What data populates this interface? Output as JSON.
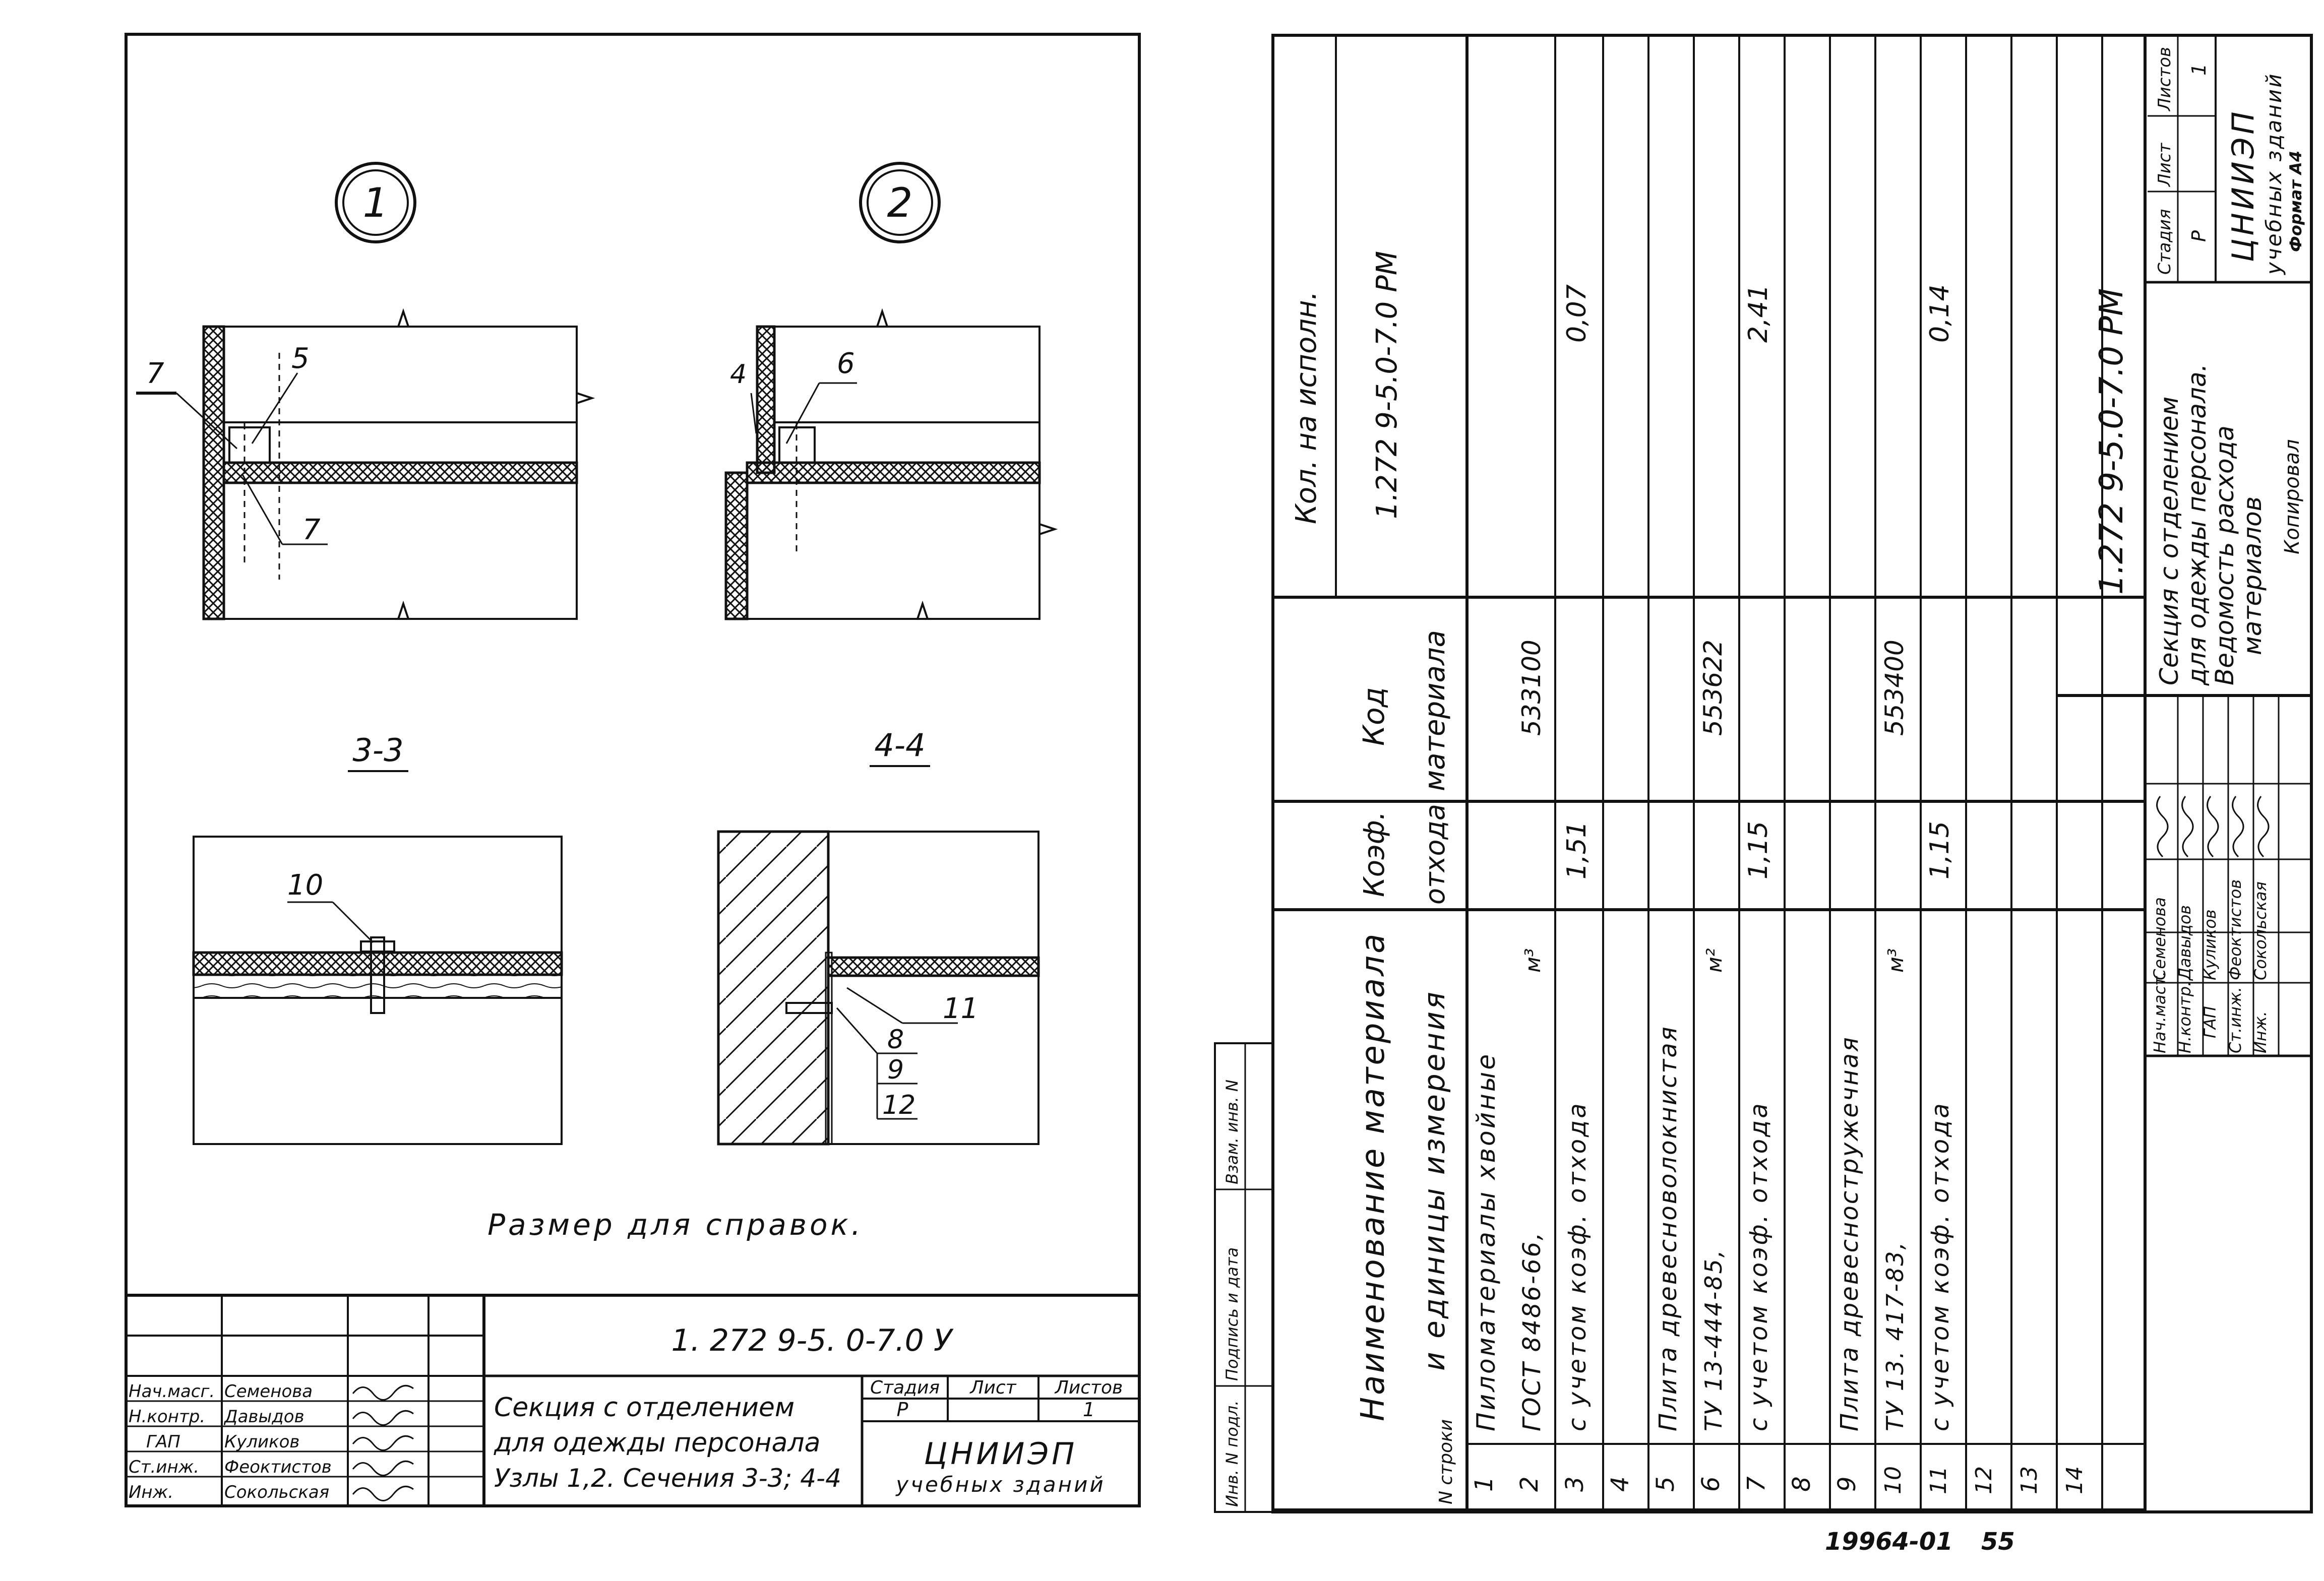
{
  "left_sheet": {
    "node1_label": "1",
    "node2_label": "2",
    "section_33": "3-3",
    "section_44": "4-4",
    "callouts": {
      "c7a": "7",
      "c5": "5",
      "c7b": "7",
      "c4": "4",
      "c6": "6",
      "c10": "10",
      "c8": "8",
      "c9": "9",
      "c12": "12",
      "c11": "11"
    },
    "note": "Размер для справок.",
    "title_block": {
      "code": "1. 272 9-5. 0-7.0 У",
      "title_line1": "Секция с отделением",
      "title_line2": "для одежды персонала",
      "title_line3": "Узлы 1,2. Сечения 3-3; 4-4",
      "stage_header": "Стадия",
      "sheet_header": "Лист",
      "sheets_header": "Листов",
      "stage": "Р",
      "sheet": "",
      "sheets": "1",
      "org_line1": "ЦНИИЭП",
      "org_line2": "учебных зданий",
      "roles": [
        "Нач.масг.",
        "Н.контр.",
        "ГАП",
        "Ст.инж.",
        "Инж."
      ],
      "names": [
        "Семенова",
        "Давыдов",
        "Куликов",
        "Феоктистов",
        "Сокольская"
      ]
    }
  },
  "right_sheet": {
    "headers": {
      "no": "N строки",
      "name_line1": "Наименование материала",
      "name_line2": "и единицы измерения",
      "coef_line1": "Коэф.",
      "coef_line2": "отхода",
      "code_line1": "Код",
      "code_line2": "материала",
      "qty_line1": "Кол. на исполн.",
      "qty_line2": "1.272 9-5.0-7.0 РМ"
    },
    "rows": [
      {
        "n": "1",
        "name": "Пиломатериалы хвойные",
        "unit": "",
        "coef": "",
        "code": "",
        "qty": ""
      },
      {
        "n": "2",
        "name": "ГОСТ 8486-66,",
        "unit": "м³",
        "coef": "",
        "code": "533100",
        "qty": ""
      },
      {
        "n": "3",
        "name": "с учетом коэф. отхода",
        "unit": "",
        "coef": "1,51",
        "code": "",
        "qty": "0,07"
      },
      {
        "n": "4",
        "name": "",
        "unit": "",
        "coef": "",
        "code": "",
        "qty": ""
      },
      {
        "n": "5",
        "name": "Плита древесноволокнистая",
        "unit": "",
        "coef": "",
        "code": "",
        "qty": ""
      },
      {
        "n": "6",
        "name": "ТУ 13-444-85,",
        "unit": "м²",
        "coef": "",
        "code": "553622",
        "qty": ""
      },
      {
        "n": "7",
        "name": "с учетом коэф. отхода",
        "unit": "",
        "coef": "1,15",
        "code": "",
        "qty": "2,41"
      },
      {
        "n": "8",
        "name": "",
        "unit": "",
        "coef": "",
        "code": "",
        "qty": ""
      },
      {
        "n": "9",
        "name": "Плита древесностружечная",
        "unit": "",
        "coef": "",
        "code": "",
        "qty": ""
      },
      {
        "n": "10",
        "name": "ТУ 13. 417-83,",
        "unit": "м³",
        "coef": "",
        "code": "553400",
        "qty": ""
      },
      {
        "n": "11",
        "name": "с учетом коэф. отхода",
        "unit": "",
        "coef": "1,15",
        "code": "",
        "qty": "0,14"
      },
      {
        "n": "12",
        "name": "",
        "unit": "",
        "coef": "",
        "code": "",
        "qty": ""
      },
      {
        "n": "13",
        "name": "",
        "unit": "",
        "coef": "",
        "code": "",
        "qty": ""
      },
      {
        "n": "14",
        "name": "",
        "unit": "",
        "coef": "",
        "code": "",
        "qty": ""
      }
    ],
    "side_labels": [
      "Инв. N подл.",
      "Подпись и дата",
      "Взам. инв. N"
    ],
    "title_block": {
      "code": "1.272 9-5.0-7.0 РМ",
      "title_line1": "Секция с отделением",
      "title_line2": "для одежды персонала.",
      "title_line3": "Ведомость расхода",
      "title_line4": "материалов",
      "stage_header": "Стадия",
      "sheet_header": "Лист",
      "sheets_header": "Листов",
      "stage": "Р",
      "sheets": "1",
      "org_line1": "ЦНИИЭП",
      "org_line2": "учебных зданий",
      "format": "Формат А4",
      "copied": "Копировал",
      "roles": [
        "Нач.маст.",
        "Н.контр.",
        "ГАП",
        "Ст.инж.",
        "Инж."
      ],
      "names": [
        "Семенова",
        "Давыдов",
        "Куликов",
        "Феоктистов",
        "Сокольская"
      ]
    }
  },
  "footer": {
    "stamp": "19964-01",
    "page": "55"
  }
}
